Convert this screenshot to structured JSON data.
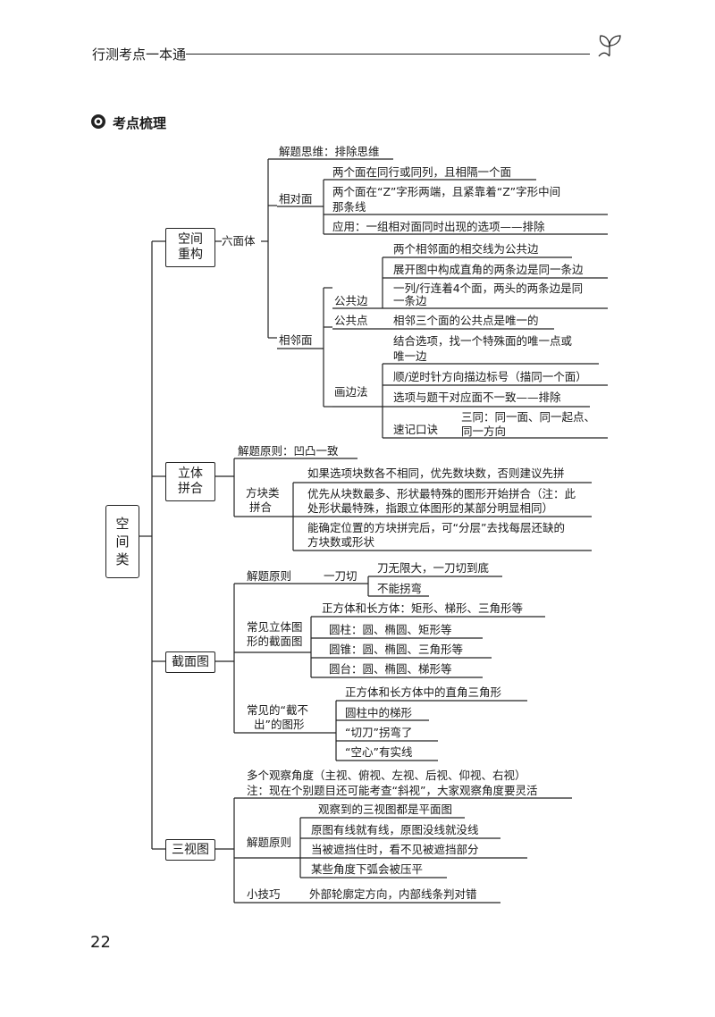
{
  "header": {
    "title": "行测考点一本通",
    "sprout_icon": "sprout-icon"
  },
  "section": {
    "title": "考点梳理",
    "icon": "gear-bullet-icon"
  },
  "root": [
    "空",
    "间",
    "类"
  ],
  "n1": {
    "label_l1": "空间",
    "label_l2": "重构",
    "hexahedron": "六面体",
    "strategy": "解题思维：排除思维",
    "opposite": {
      "label": "相对面",
      "items": [
        "两个面在同行或同列，且相隔一个面",
        "两个面在“Z”字形两端，且紧靠着“Z”字形中间",
        "那条线",
        "应用：一组相对面同时出现的选项——排除"
      ]
    },
    "adjacent": {
      "label": "相邻面",
      "common_edge": {
        "label": "公共边",
        "items": [
          "两个相邻面的相交线为公共边",
          "展开图中构成直角的两条边是同一条边",
          "一列/行连着4个面，两头的两条边是同",
          "一条边"
        ]
      },
      "common_point": {
        "label": "公共点",
        "text": "相邻三个面的公共点是唯一的"
      },
      "edge_method": {
        "label": "画边法",
        "items": [
          "结合选项，找一个特殊面的唯一点或",
          "唯一边",
          "顺/逆时针方向描边标号（描同一个面）",
          "选项与题干对应面不一致——排除"
        ],
        "mnemonic_label": "速记口诀",
        "mnemonic_l1": "三同：同一面、同一起点、",
        "mnemonic_l2": "同一方向"
      }
    }
  },
  "n2": {
    "label_l1": "立体",
    "label_l2": "拼合",
    "principle": "解题原则：凹凸一致",
    "blocks_l1": "方块类",
    "blocks_l2": "拼合",
    "items": [
      "如果选项块数各不相同，优先数块数，否则建议先拼",
      "优先从块数最多、形状最特殊的图形开始拼合（注：此",
      "处形状最特殊，指跟立体图形的某部分明显相同）",
      "能确定位置的方块拼完后，可“分层”去找每层还缺的",
      "方块数或形状"
    ]
  },
  "n3": {
    "label": "截面图",
    "principle": "解题原则",
    "one_cut": "一刀切",
    "cut_items": [
      "刀无限大，一刀切到底",
      "不能拐弯"
    ],
    "common_l1": "常见立体图",
    "common_l2": "形的截面图",
    "common_items": [
      "正方体和长方体：矩形、梯形、三角形等",
      "圆柱：圆、椭圆、矩形等",
      "圆锥：圆、椭圆、三角形等",
      "圆台：圆、椭圆、梯形等"
    ],
    "cannot_l1": "常见的“截不",
    "cannot_l2": "出”的图形",
    "cannot_items": [
      "正方体和长方体中的直角三角形",
      "圆柱中的梯形",
      "“切刀”拐弯了",
      "“空心”有实线"
    ]
  },
  "n4": {
    "label": "三视图",
    "angles_l1": "多个观察角度（主视、俯视、左视、后视、仰视、右视）",
    "angles_l2": "注：现在个别题目还可能考查“斜视”，大家观察角度要灵活",
    "principle": "解题原则",
    "items": [
      "观察到的三视图都是平面图",
      "原图有线就有线，原图没线就没线",
      "当被遮挡住时，看不见被遮挡部分",
      "某些角度下弧会被压平"
    ],
    "tip": "小技巧",
    "tip_text": "外部轮廓定方向，内部线条判对错"
  },
  "page_number": "22"
}
